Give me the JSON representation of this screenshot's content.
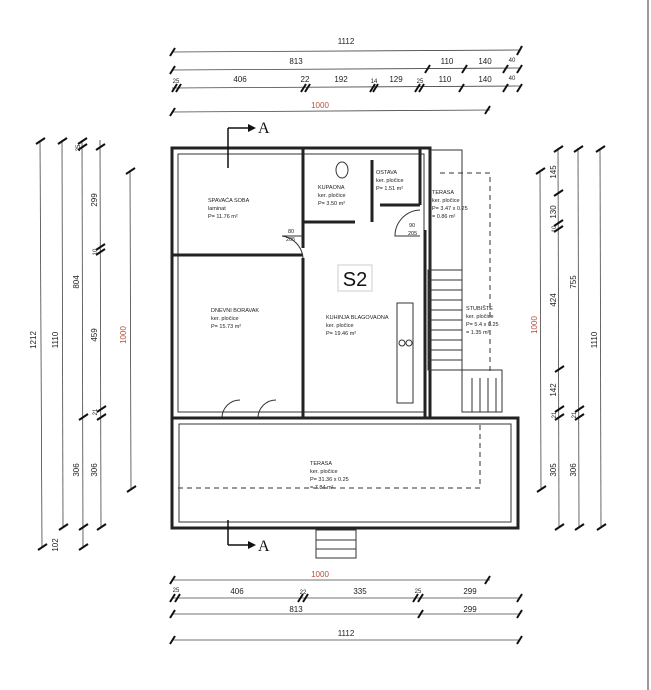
{
  "colors": {
    "line": "#222222",
    "accent_dim": "#b5523a",
    "right_border": "#999999"
  },
  "section": {
    "mark": "A"
  },
  "unit_label": "S2",
  "dims": {
    "top": {
      "overall": "1112",
      "row2": [
        "813",
        "110",
        "140",
        "40"
      ],
      "row3": [
        "25",
        "406",
        "22",
        "192",
        "14",
        "129",
        "25",
        "110",
        "140",
        "40"
      ],
      "axis": "1000"
    },
    "bottom": {
      "axis": "1000",
      "row1": [
        "25",
        "406",
        "22",
        "335",
        "25",
        "299"
      ],
      "row2": [
        "813",
        "299"
      ],
      "overall": "1112"
    },
    "left": {
      "overall": "1212",
      "row2": "1110",
      "row3": [
        "25",
        "804",
        "306",
        "102"
      ],
      "row4": [
        "299",
        "10",
        "459",
        "21",
        "306"
      ],
      "axis": "1000"
    },
    "right": {
      "axis": "1000",
      "row1": [
        "145",
        "130",
        "10",
        "424",
        "142",
        "21",
        "305"
      ],
      "row2": [
        "755",
        "21",
        "306"
      ],
      "overall": "1110"
    }
  },
  "rooms": [
    {
      "name": "SPAVAĆA SOBA",
      "floor": "laminat",
      "area": "P= 11.76 m²"
    },
    {
      "name": "KUPAONA",
      "floor": "ker. pločice",
      "area": "P= 3.50 m²"
    },
    {
      "name": "OSTAVA",
      "floor": "ker. pločice",
      "area": "P= 1.51 m²"
    },
    {
      "name": "TERASA",
      "floor": "ker. pločice",
      "area": "P= 3.47 x 0.25",
      "area2": "= 0.86 m²"
    },
    {
      "name": "DNEVNI BORAVAK",
      "floor": "ker. pločice",
      "area": "P= 15.73 m²"
    },
    {
      "name": "KUHINJA BLAGOVAONA",
      "floor": "ker. pločice",
      "area": "P= 19.46 m²"
    },
    {
      "name": "STUBIŠTE",
      "floor": "ker. pločice",
      "area": "P= 5.4 x 0.25",
      "area2": "= 1.35 m²"
    },
    {
      "name": "TERASA",
      "floor": "ker. pločice",
      "area": "P= 31.36 x 0.25",
      "area2": "= 7.84 m²"
    }
  ],
  "doors": [
    {
      "size": "80",
      "height": "205"
    },
    {
      "size": "90",
      "height": "205"
    }
  ]
}
